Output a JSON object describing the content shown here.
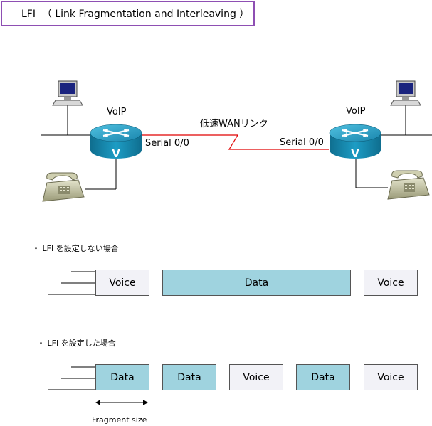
{
  "title": "LFI  （ Link Fragmentation and Interleaving ）",
  "topology": {
    "left_router_label": "VoIP",
    "right_router_label": "VoIP",
    "wan_label": "低速WANリンク",
    "left_interface": "Serial 0/0",
    "right_interface": "Serial 0/0",
    "router_letter": "V"
  },
  "without_lfi": {
    "caption": "・ LFI を設定しない場合",
    "packets": [
      "Voice",
      "Data",
      "Voice"
    ]
  },
  "with_lfi": {
    "caption": "・ LFI を設定した場合",
    "packets": [
      "Data",
      "Data",
      "Voice",
      "Data",
      "Voice"
    ],
    "fragment_label": "Fragment size"
  },
  "colors": {
    "title_border": "#8e4fb3",
    "wan_link": "#e00000",
    "router_body": "#1d8fb4",
    "data_fill": "#9fd3df",
    "voice_fill": "#f2f2f7"
  },
  "icons": [
    "pc-icon",
    "router-icon",
    "phone-icon"
  ]
}
